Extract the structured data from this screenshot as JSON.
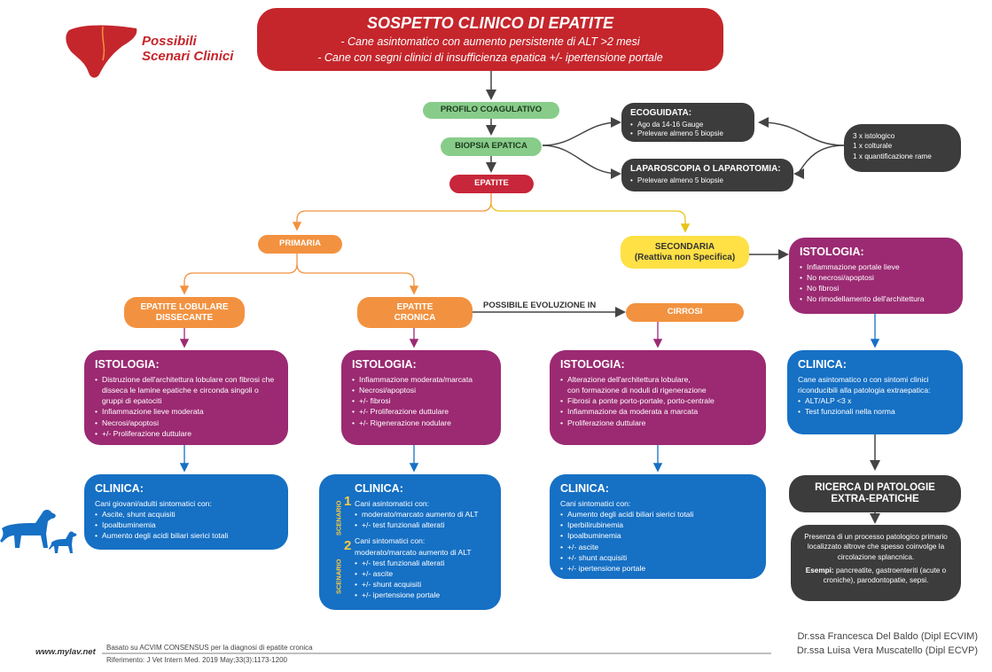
{
  "header": {
    "title": "SOSPETTO CLINICO DI EPATITE",
    "line1": "- Cane asintomatico con aumento persistente di ALT >2 mesi",
    "line2": "- Cane con segni clinici di insufficienza epatica +/- ipertensione portale"
  },
  "logo": {
    "line1": "Possibili",
    "line2": "Scenari Clinici"
  },
  "flow": {
    "profilo": "PROFILO COAGULATIVO",
    "biopsia": "BIOPSIA EPATICA",
    "epatite": "EPATITE",
    "primaria": "PRIMARIA",
    "secondaria_1": "SECONDARIA",
    "secondaria_2": "(Reattiva non Specifica)",
    "lobulare_1": "EPATITE LOBULARE",
    "lobulare_2": "DISSECANTE",
    "cronica_1": "EPATITE",
    "cronica_2": "CRONICA",
    "evoluzione": "POSSIBILE EVOLUZIONE IN",
    "cirrosi": "CIRROSI"
  },
  "eco": {
    "title": "ECOGUIDATA:",
    "items": [
      "Ago da 14-16 Gauge",
      "Prelevare almeno 5 biopsie"
    ]
  },
  "laparo": {
    "title": "LAPAROSCOPIA O LAPAROTOMIA:",
    "items": [
      "Prelevare almeno 5 biopsie"
    ]
  },
  "samples": {
    "lines": [
      "3 x istologico",
      "1 x colturale",
      "1 x quantificazione rame"
    ]
  },
  "histo_lob": {
    "title": "ISTOLOGIA:",
    "items": [
      "Distruzione dell'architettura lobulare con fibrosi che disseca le lamine epatiche e circonda singoli o gruppi di epatociti",
      "Infiammazione lieve moderata",
      "Necrosi/apoptosi",
      "+/- Proliferazione duttulare"
    ]
  },
  "histo_cron": {
    "title": "ISTOLOGIA:",
    "items": [
      "Infiammazione moderata/marcata",
      "Necrosi/apoptosi",
      "+/- fibrosi",
      "+/- Proliferazione duttulare",
      "+/- Rigenerazione nodulare"
    ]
  },
  "histo_cirr": {
    "title": "ISTOLOGIA:",
    "items": [
      "Alterazione dell'architettura lobulare,",
      "con formazione di noduli di rigenerazione",
      "Fibrosi a ponte porto-portale, porto-centrale",
      "Inﬁammazione da moderata a marcata",
      "Proliferazione duttulare"
    ]
  },
  "histo_sec": {
    "title": "ISTOLOGIA:",
    "items": [
      "Infiammazione portale lieve",
      "No necrosi/apoptosi",
      "No fibrosi",
      "No rimodellamento dell'architettura"
    ]
  },
  "clin_lob": {
    "title": "CLINICA:",
    "intro": "Cani giovani/adulti sintomatici con:",
    "items": [
      "Ascite, shunt acquisiti",
      "Ipoalbuminemia",
      "Aumento degli acidi biliari sierici totali"
    ]
  },
  "clin_cron": {
    "title": "CLINICA:",
    "scenario_label": "SCENARIO",
    "s1_num": "1",
    "s1_intro": "Cani asintomatici con:",
    "s1_items": [
      "moderato/marcato aumento di ALT",
      "+/- test funzionali alterati"
    ],
    "s2_num": "2",
    "s2_intro1": "Cani sintomatici con:",
    "s2_intro2": "moderato/marcato aumento di ALT",
    "s2_items": [
      "+/- test funzionali alterati",
      "+/- ascite",
      "+/- shunt acquisiti",
      "+/- ipertensione portale"
    ]
  },
  "clin_cirr": {
    "title": "CLINICA:",
    "intro": "Cani sintomatici con:",
    "items": [
      "Aumento degli acidi biliari sierici totali",
      "Iperbilirubinemia",
      "Ipoalbuminemia",
      "+/- ascite",
      "+/- shunt acquisiti",
      "+/- ipertensione portale"
    ]
  },
  "clin_sec": {
    "title": "CLINICA:",
    "intro1": "Cane asintomatico o con sintomi clinici",
    "intro2": "riconducibili alla patologia extraepatica:",
    "items": [
      "ALT/ALP <3 x",
      "Test funzionali nella norma"
    ]
  },
  "ricerca": {
    "line1": "RICERCA DI PATOLOGIE",
    "line2": "EXTRA-EPATICHE"
  },
  "presenza": {
    "text": "Presenza di un processo patologico primario localizzato altrove che spesso coinvolge la circolazione splancnica.",
    "esempi_label": "Esempi:",
    "esempi_text": "pancreatite, gastroenteriti (acute o croniche), parodontopatie, sepsi."
  },
  "footer": {
    "site": "www.mylav.net",
    "basato": "Basato su ACVIM CONSENSUS per la diagnosi di epatite cronica",
    "riferimento": "Riferimento: J Vet Intern Med. 2019 May;33(3):1173-1200",
    "author1": "Dr.ssa Francesca Del Baldo (Dipl ECVIM)",
    "author2": "Dr.ssa Luisa Vera Muscatello (Dipl ECVP)"
  },
  "colors": {
    "red": "#c8263a",
    "green": "#88cc8a",
    "orange": "#f29240",
    "yellow": "#ffe045",
    "purple": "#9b2a72",
    "blue": "#1670c4",
    "dark": "#3c3c3c"
  }
}
